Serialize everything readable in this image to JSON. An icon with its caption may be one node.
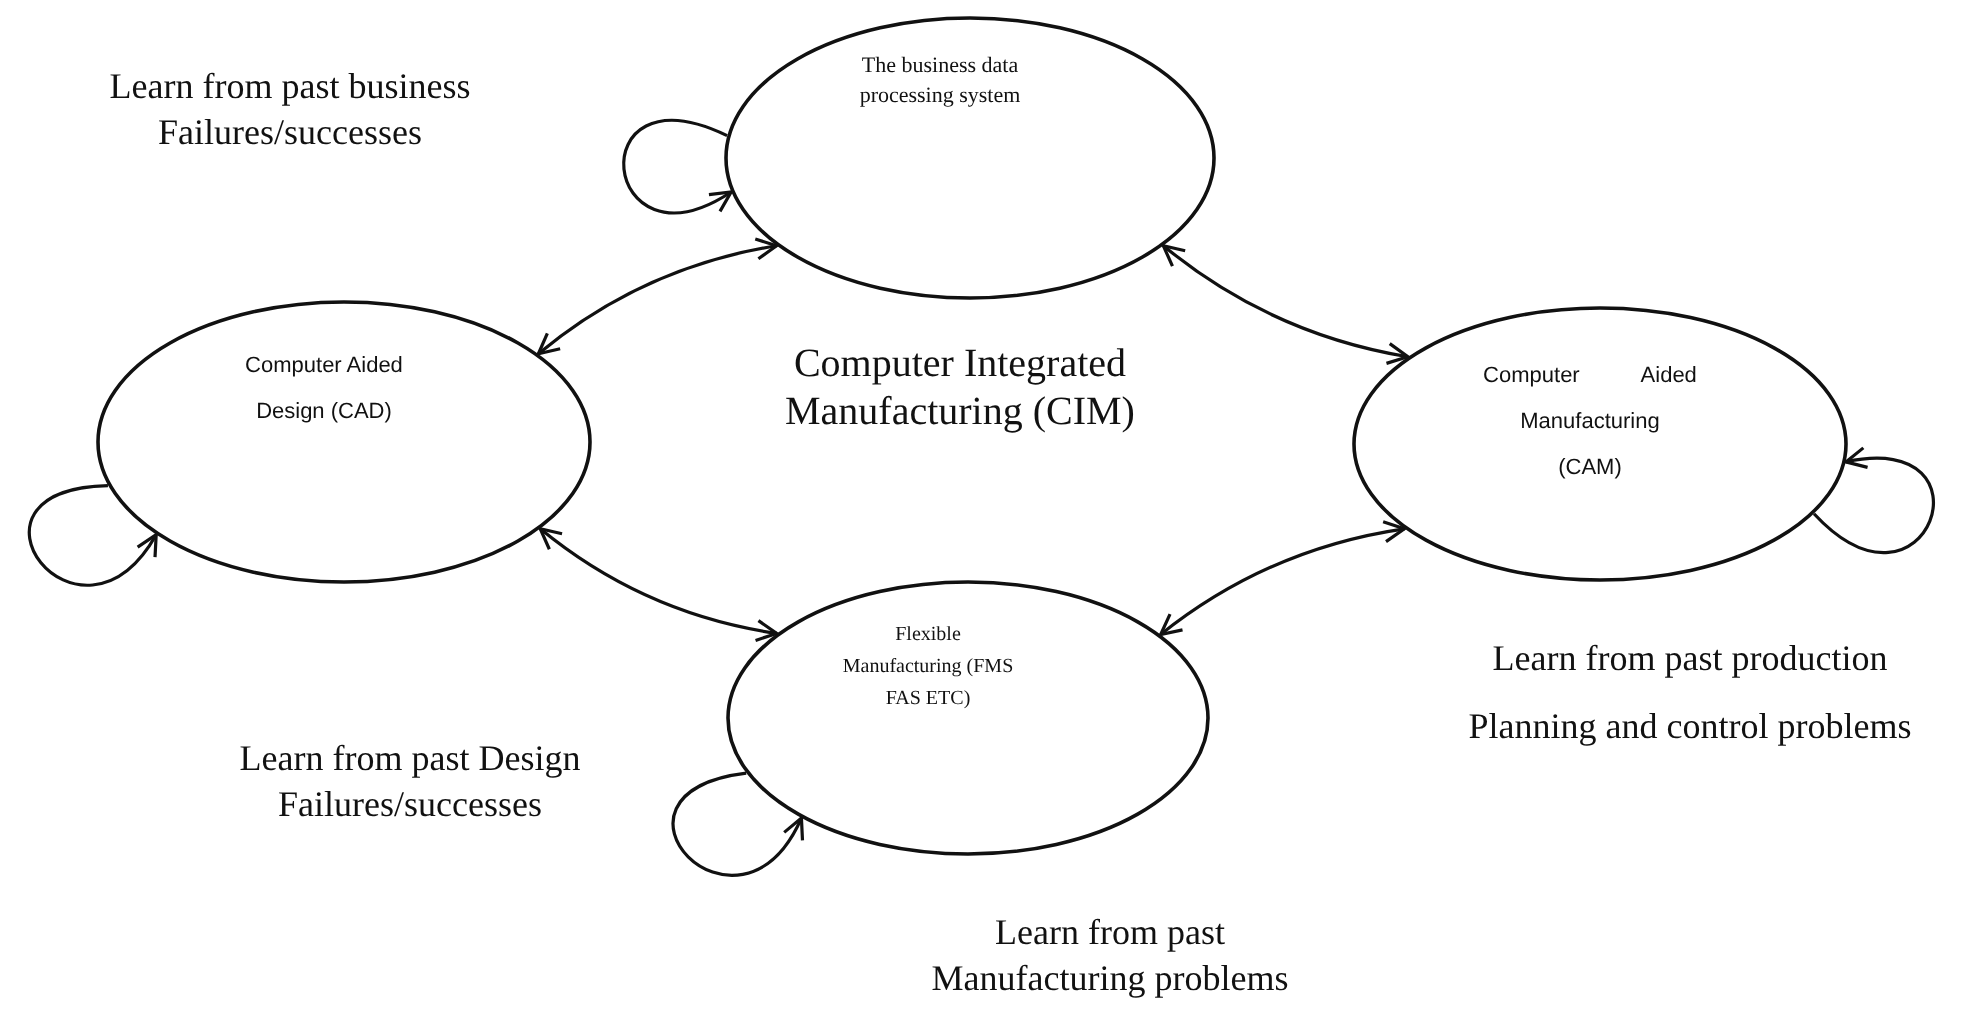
{
  "diagram": {
    "nodes": [
      {
        "text": [
          "The business data processing system"
        ]
      },
      {
        "text": [
          "Computer Aided Design (CAD)"
        ]
      },
      {
        "text": [
          "Computer Aided Manufacturing (CAM)"
        ]
      },
      {
        "text": [
          "Flexible Manufacturing (FMS FAS ETC)"
        ]
      }
    ],
    "edges": [
      {
        "from": 0,
        "to": 1,
        "arrow": "both"
      },
      {
        "from": 0,
        "to": 2,
        "arrow": "both"
      },
      {
        "from": 1,
        "to": 3,
        "arrow": "both"
      },
      {
        "from": 2,
        "to": 3,
        "arrow": "both"
      },
      {
        "from": 0,
        "to": 0,
        "arrow": "to"
      },
      {
        "from": 1,
        "to": 1,
        "arrow": "to"
      },
      {
        "from": 2,
        "to": 2,
        "arrow": "to"
      },
      {
        "from": 3,
        "to": 3,
        "arrow": "to"
      }
    ],
    "labels": [
      "Learn from past business Failures/successes",
      "Computer Integrated Manufacturing (CIM)",
      "Learn from past Design Failures/successes",
      "Learn from past production Planning and control problems",
      "Learn from past Manufacturing problems"
    ]
  }
}
